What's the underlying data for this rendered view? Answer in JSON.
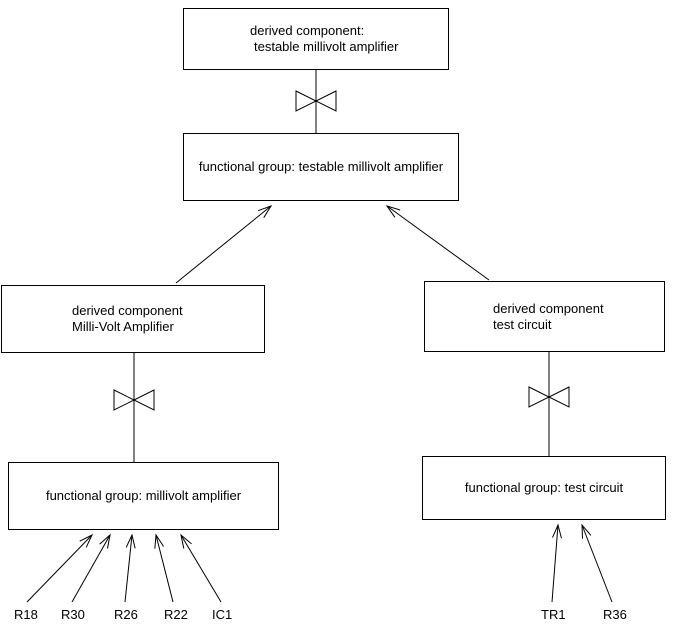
{
  "diagram": {
    "background_color": "#ffffff",
    "line_color": "#000000",
    "symbols": {
      "decomposition_icon": "bowtie"
    },
    "nodes": {
      "top_derived": {
        "line1": "derived component:",
        "line2": "testable millivolt amplifier"
      },
      "fg_top": {
        "label": "functional group: testable millivolt amplifier"
      },
      "dc_left": {
        "line1": "derived component",
        "line2": "Milli-Volt Amplifier"
      },
      "dc_right": {
        "line1": "derived component",
        "line2": "test circuit"
      },
      "fg_left": {
        "label": "functional group: millivolt amplifier"
      },
      "fg_right": {
        "label": "functional group: test circuit"
      }
    },
    "leaves_left": [
      "R18",
      "R30",
      "R26",
      "R22",
      "IC1"
    ],
    "leaves_right": [
      "TR1",
      "R36"
    ]
  }
}
